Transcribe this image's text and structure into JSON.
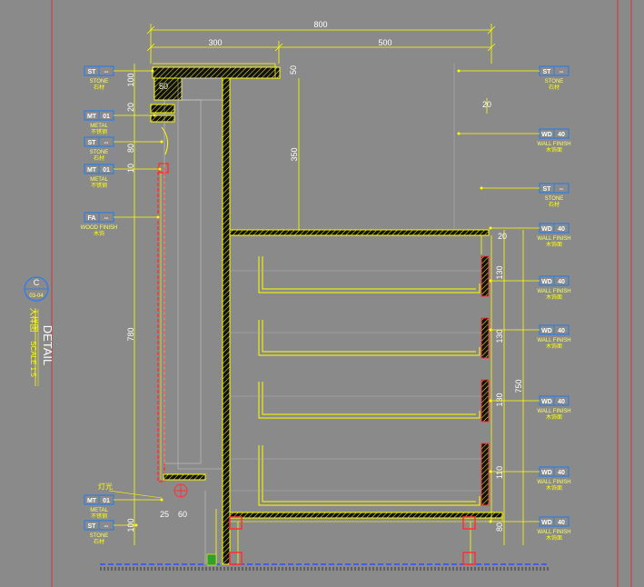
{
  "colors": {
    "background": "#8a8a8a",
    "frame": "#e03030",
    "line": "#ffff00",
    "text": "#ffffff",
    "tagbox": "#2f7fe0"
  },
  "dimensions": {
    "top_total": "800",
    "top_left": "300",
    "top_right": "500",
    "d100": "100",
    "d50a": "50",
    "d50b": "50",
    "d20": "20",
    "d80": "80",
    "d10": "10",
    "d350": "350",
    "d20b": "20",
    "d780": "780",
    "d130a": "130",
    "d130b": "130",
    "d130c": "130",
    "d110": "110",
    "d750": "750",
    "d80b": "80",
    "d100b": "100",
    "d25": "25",
    "d60": "60",
    "d20c": "20"
  },
  "left_tags": [
    {
      "code": "ST",
      "num": "--",
      "line1": "STONE",
      "line2": "石材"
    },
    {
      "code": "MT",
      "num": "01",
      "line1": "METAL",
      "line2": "不锈钢"
    },
    {
      "code": "ST",
      "num": "--",
      "line1": "STONE",
      "line2": "石材"
    },
    {
      "code": "MT",
      "num": "01",
      "line1": "METAL",
      "line2": "不锈钢"
    },
    {
      "code": "FA",
      "num": "--",
      "line1": "WOOD FINISH",
      "line2": "木饰"
    },
    {
      "code": "MT",
      "num": "01",
      "line1": "METAL",
      "line2": "不锈钢"
    },
    {
      "code": "ST",
      "num": "--",
      "line1": "STONE",
      "line2": "石材"
    }
  ],
  "right_tags": [
    {
      "code": "ST",
      "num": "--",
      "line1": "STONE",
      "line2": "石材"
    },
    {
      "code": "WD",
      "num": "40",
      "line1": "WALL FINISH",
      "line2": "木饰面"
    },
    {
      "code": "ST",
      "num": "--",
      "line1": "STONE",
      "line2": "石材"
    },
    {
      "code": "WD",
      "num": "40",
      "line1": "WALL FINISH",
      "line2": "木饰面"
    },
    {
      "code": "WD",
      "num": "40",
      "line1": "WALL FINISH",
      "line2": "木饰面"
    },
    {
      "code": "WD",
      "num": "40",
      "line1": "WALL FINISH",
      "line2": "木饰面"
    },
    {
      "code": "WD",
      "num": "40",
      "line1": "WALL FINISH",
      "line2": "木饰面"
    },
    {
      "code": "WD",
      "num": "40",
      "line1": "WALL FINISH",
      "line2": "木饰面"
    },
    {
      "code": "WD",
      "num": "40",
      "line1": "WALL FINISH",
      "line2": "木饰面"
    }
  ],
  "light_note": "灯光",
  "title": {
    "letter": "C",
    "sheet": "03-04",
    "main": "DETAIL",
    "sub": "大样图",
    "scale": "SCALE 1:5"
  }
}
